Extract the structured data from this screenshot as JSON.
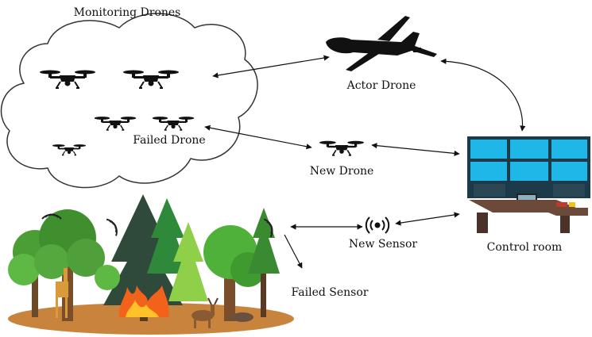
{
  "labels": {
    "monitoring_drones": "Monitoring Drones",
    "actor_drone": "Actor Drone",
    "failed_drone": "Failed Drone",
    "new_drone": "New Drone",
    "control_room": "Control room",
    "new_sensor": "New Sensor",
    "failed_sensor": "Failed Sensor"
  },
  "colors": {
    "screen": "#1fb6e8",
    "screen_frame": "#1d3a4a",
    "ground": "#c8843c",
    "fire": "#f2621b",
    "cloud_stroke": "#333333",
    "drone": "#111111"
  },
  "icons": {
    "quadcopter": "quadcopter-drone-icon",
    "fixed_wing": "fixed-wing-uav-icon",
    "wireless": "wireless-sensor-icon",
    "control_desk": "control-desk-icon"
  }
}
